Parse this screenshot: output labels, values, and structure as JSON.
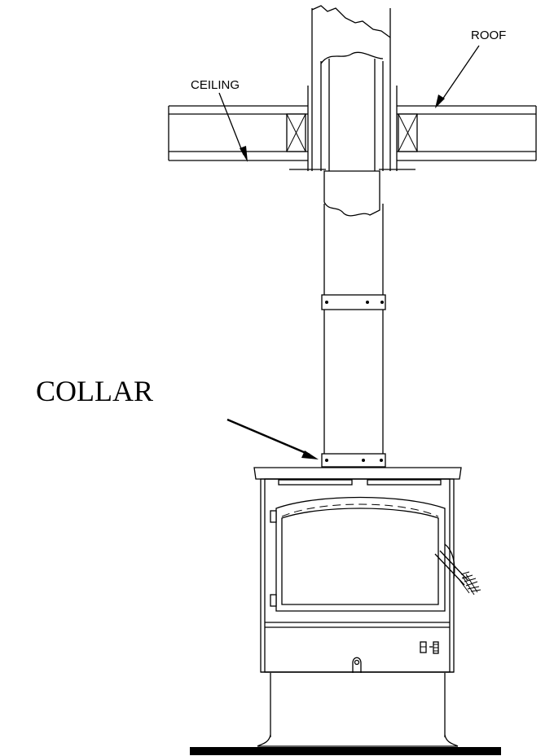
{
  "labels": {
    "ceiling": "CEILING",
    "roof": "ROOF",
    "collar": "COLLAR"
  },
  "colors": {
    "line": "#000000",
    "background": "#ffffff"
  }
}
